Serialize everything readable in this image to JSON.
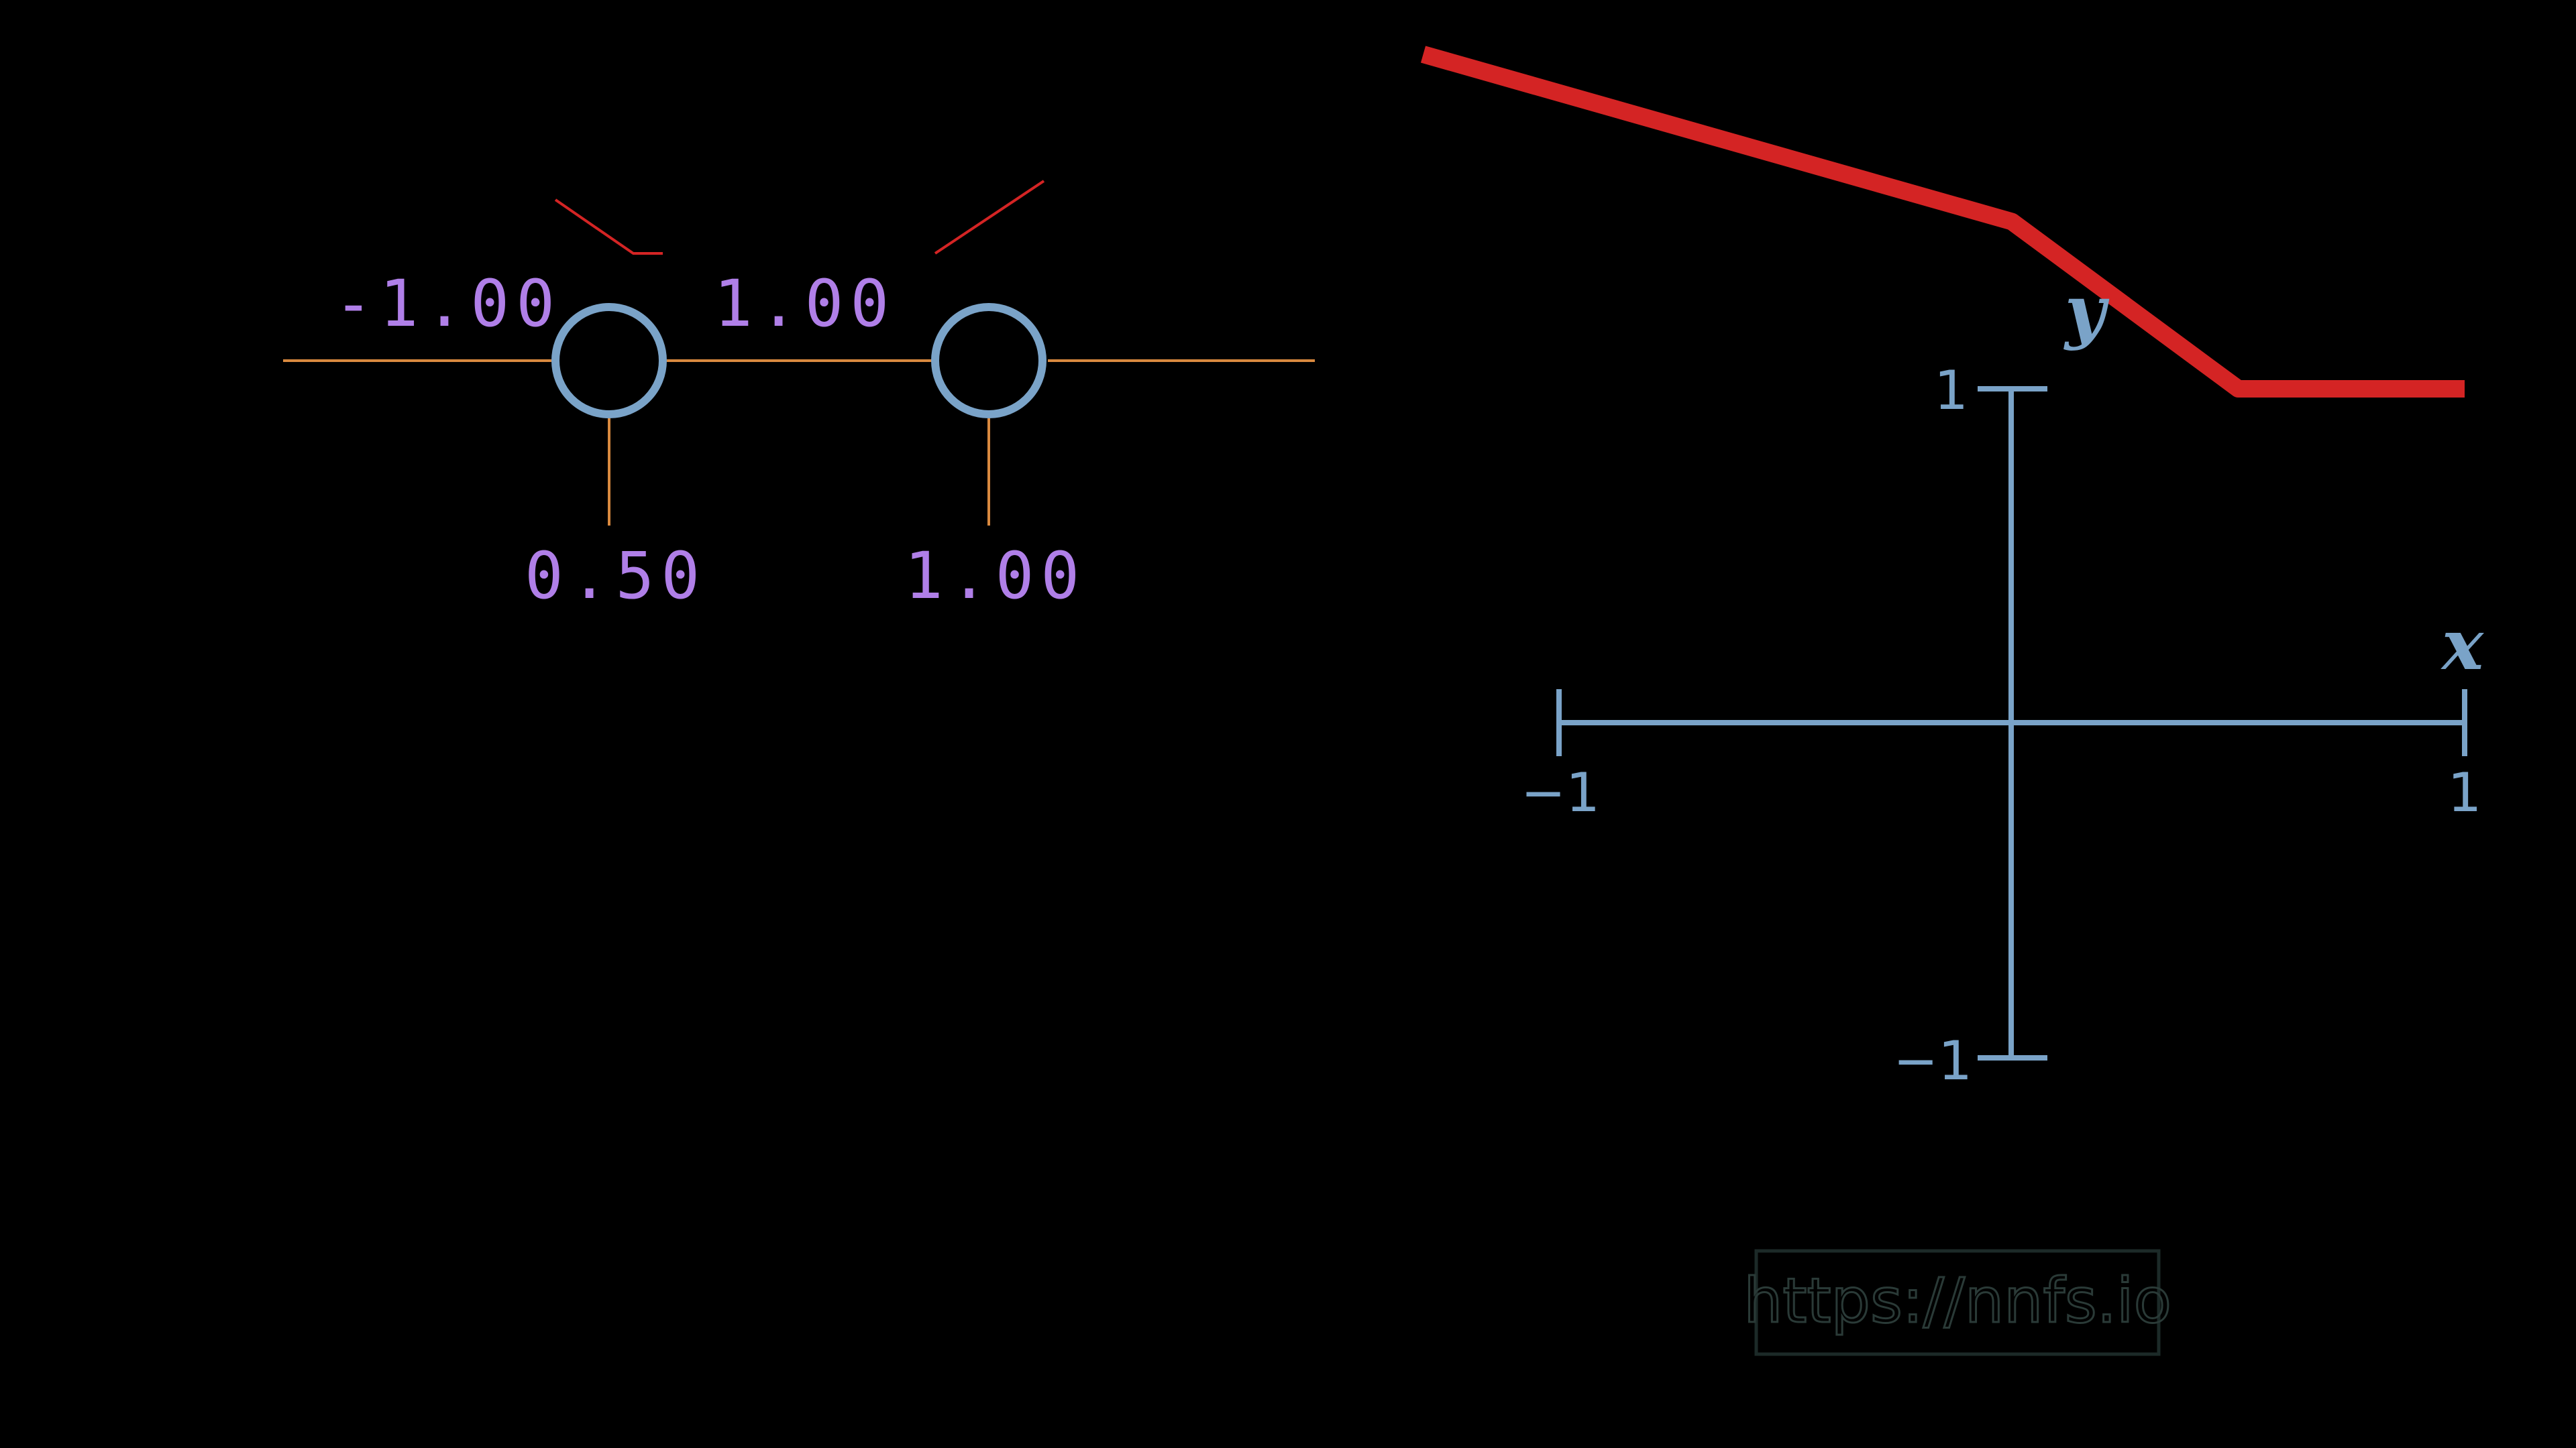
{
  "network": {
    "weights": [
      "-1.00",
      "1.00"
    ],
    "biases": [
      "0.50",
      "1.00"
    ],
    "colors": {
      "neuron": "#7aa3c8",
      "connection": "#d9893f",
      "value_text": "#b07fe8",
      "activation_mini": "#d42424"
    }
  },
  "graph": {
    "x_label": "x",
    "y_label": "y",
    "x_ticks": [
      "−1",
      "1"
    ],
    "y_ticks": [
      "1",
      "−1"
    ],
    "colors": {
      "axis": "#7aa3c8",
      "curve": "#d42424"
    }
  },
  "chart_data": {
    "type": "line",
    "xlim": [
      -1,
      1
    ],
    "ylim": [
      -1,
      1
    ],
    "x": [
      -1.3,
      0.0,
      0.5,
      1.0
    ],
    "y": [
      2.0,
      1.5,
      1.0,
      1.0
    ],
    "grid": false
  },
  "watermark": {
    "text": "https://nnfs.io"
  }
}
